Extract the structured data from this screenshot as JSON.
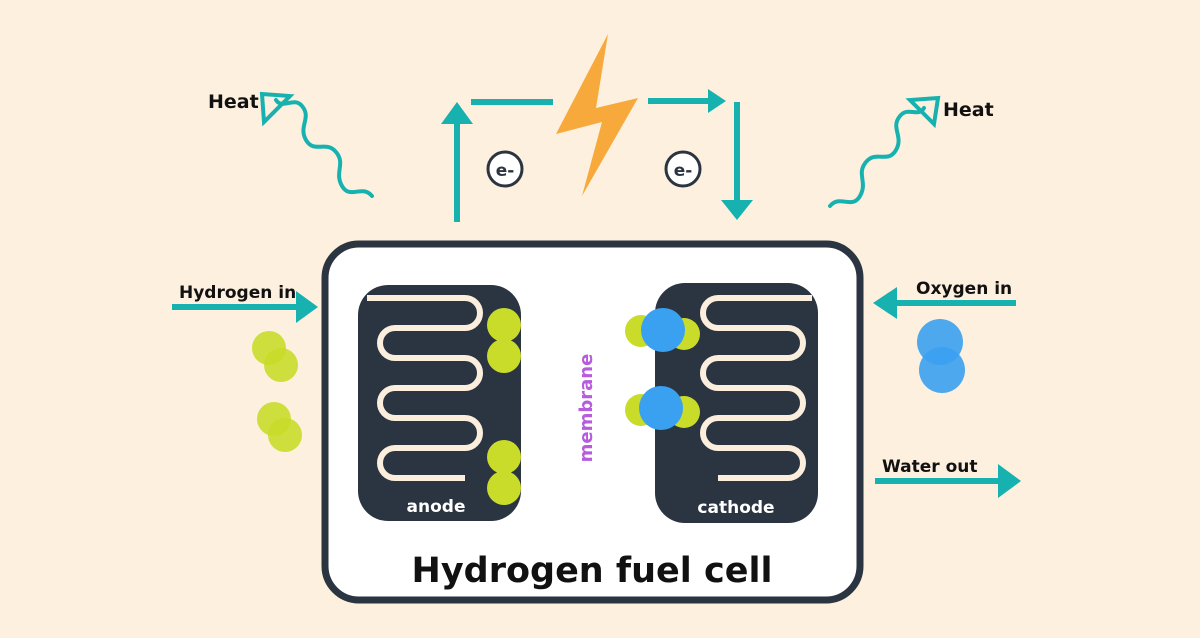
{
  "title": "Hydrogen fuel cell",
  "inputs": {
    "hydrogen": "Hydrogen in",
    "oxygen": "Oxygen in",
    "water": "Water out"
  },
  "heat": {
    "left": "Heat",
    "right": "Heat"
  },
  "electrodes": {
    "anode": "anode",
    "cathode": "cathode",
    "membrane": "membrane"
  },
  "electrons": {
    "left": "e-",
    "right": "e-"
  },
  "colors": {
    "background": "#fdf0df",
    "teal": "#17b2b0",
    "navy": "#2b3441",
    "hydrogen": "#c9dc2a",
    "oxygen": "#3aa0f0",
    "lightning": "#f7a93b",
    "membrane": "#b65cdc"
  },
  "icons": [
    "lightning-icon",
    "heat-wave-icon",
    "electron-icon"
  ]
}
